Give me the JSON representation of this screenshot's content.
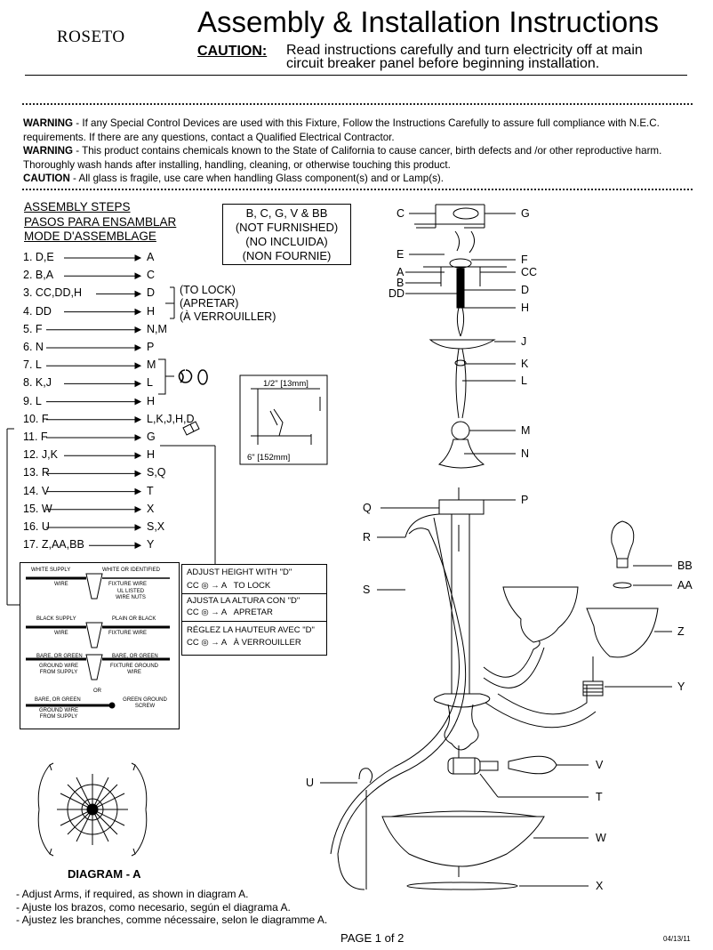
{
  "header": {
    "brand": "ROSETO",
    "title": "Assembly & Installation Instructions",
    "caution_label": "CAUTION:",
    "caution_text": "Read instructions carefully and turn electricity off at main circuit breaker panel before beginning installation."
  },
  "warnings": {
    "w1_label": "WARNING",
    "w1_text": " - If any Special Control Devices are used with this Fixture, Follow the Instructions Carefully to assure full compliance with N.E.C. requirements. If there are any questions, contact a Qualified Electrical Contractor.",
    "w2_label": "WARNING",
    "w2_text": " -  This product contains chemicals known to the State of California to cause cancer, birth defects and /or other reproductive harm. Thoroughly wash hands after installing, handling, cleaning, or otherwise touching this product.",
    "c_label": "CAUTION",
    "c_text": " - All glass is fragile, use care when handling Glass component(s) and or Lamp(s)."
  },
  "steps_header": [
    "ASSEMBLY STEPS",
    "PASOS PARA ENSAMBLAR",
    "MODE D'ASSEMBLAGE"
  ],
  "not_furnished": [
    "B, C, G, V & BB",
    "(NOT FURNISHED)",
    "(NO INCLUIDA)",
    "(NON FOURNIE)"
  ],
  "steps": [
    {
      "left": "1. D,E",
      "right": "A"
    },
    {
      "left": "2. B,A",
      "right": "C"
    },
    {
      "left": "3. CC,DD,H",
      "right": "D"
    },
    {
      "left": "4. DD",
      "right": "H"
    },
    {
      "left": "5. F",
      "right": "N,M"
    },
    {
      "left": "6. N",
      "right": "P"
    },
    {
      "left": "7. L",
      "right": "M"
    },
    {
      "left": "8. K,J",
      "right": "L"
    },
    {
      "left": "9. L",
      "right": "H"
    },
    {
      "left": "10. F",
      "right": "L,K,J,H,D"
    },
    {
      "left": "11. F",
      "right": "G"
    },
    {
      "left": "12. J,K",
      "right": "H"
    },
    {
      "left": "13. R",
      "right": "S,Q"
    },
    {
      "left": "14. V",
      "right": "T"
    },
    {
      "left": "15. W",
      "right": "X"
    },
    {
      "left": "16. U",
      "right": "S,X"
    },
    {
      "left": "17. Z,AA,BB",
      "right": "Y"
    }
  ],
  "lock_notes": [
    "(TO LOCK)",
    "(APRETAR)",
    "(À VERROUILLER)"
  ],
  "measures": {
    "m1": "1/2\" [13mm]",
    "m2": "6\" [152mm]"
  },
  "wiring": {
    "white_supply": "WHITE SUPPLY",
    "white_identified": "WHITE OR IDENTIFIED",
    "wire": "WIRE",
    "fixture_wire": "FIXTURE WIRE",
    "ul_listed": "UL LISTED WIRE NUTS",
    "black_supply": "BLACK SUPPLY",
    "plain_black": "PLAIN OR BLACK",
    "bare_green": "BARE, OR GREEN",
    "ground_supply": "GROUND WIRE FROM SUPPLY",
    "bare_green2": "BARE, OR GREEN",
    "fixture_ground": "FIXTURE GROUND WIRE",
    "or": "OR",
    "bare_green3": "BARE, OR GREEN",
    "green_screw": "GREEN GROUND SCREW",
    "ground_supply2": "GROUND WIRE FROM SUPPLY"
  },
  "adjust": {
    "en": "ADJUST HEIGHT WITH \"D\"",
    "en_action": "TO LOCK",
    "es": "AJUSTA LA ALTURA CON \"D\"",
    "es_action": "APRETAR",
    "fr": "RÉGLEZ LA HAUTEUR AVEC \"D\"",
    "fr_action": "À VERROUILLER",
    "cc": "CC",
    "a": "A"
  },
  "part_labels": [
    "C",
    "G",
    "E",
    "F",
    "A",
    "CC",
    "B",
    "D",
    "DD",
    "H",
    "J",
    "K",
    "L",
    "M",
    "N",
    "P",
    "Q",
    "R",
    "S",
    "BB",
    "AA",
    "Z",
    "Y",
    "V",
    "U",
    "T",
    "W",
    "X"
  ],
  "diagram_label": "DIAGRAM -  A",
  "notes": [
    "- Adjust Arms, if required, as shown in diagram A.",
    "- Ajuste los brazos, como necesario, según el diagrama A.",
    "- Ajustez les branches, comme nécessaire, selon le diagramme A."
  ],
  "footer": {
    "page": "PAGE  1  of  2",
    "date": "04/13/11"
  }
}
